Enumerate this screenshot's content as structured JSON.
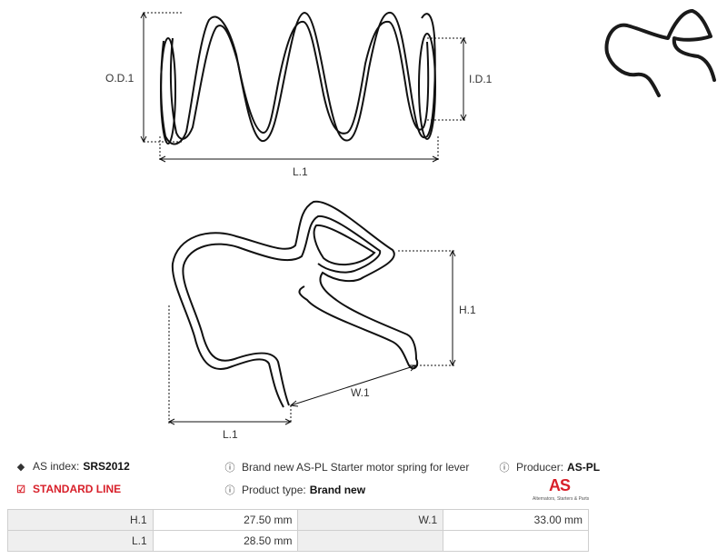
{
  "drawing": {
    "spring_labels": {
      "od": "O.D.1",
      "id": "I.D.1",
      "length": "L.1"
    },
    "clip_labels": {
      "height": "H.1",
      "width": "W.1",
      "length": "L.1"
    }
  },
  "info": {
    "as_index_label": "AS index:",
    "as_index_value": "SRS2012",
    "line": "STANDARD LINE",
    "description": "Brand new AS-PL Starter motor spring for lever",
    "product_type_label": "Product type:",
    "product_type_value": "Brand new",
    "producer_label": "Producer:",
    "producer_value": "AS-PL"
  },
  "logo": {
    "mark": "AS",
    "tagline": "Alternators, Starters & Parts",
    "color": "#d8202a"
  },
  "specs": [
    {
      "k1": "H.1",
      "v1": "27.50 mm",
      "k2": "W.1",
      "v2": "33.00 mm"
    },
    {
      "k1": "L.1",
      "v1": "28.50 mm",
      "k2": "",
      "v2": ""
    }
  ]
}
